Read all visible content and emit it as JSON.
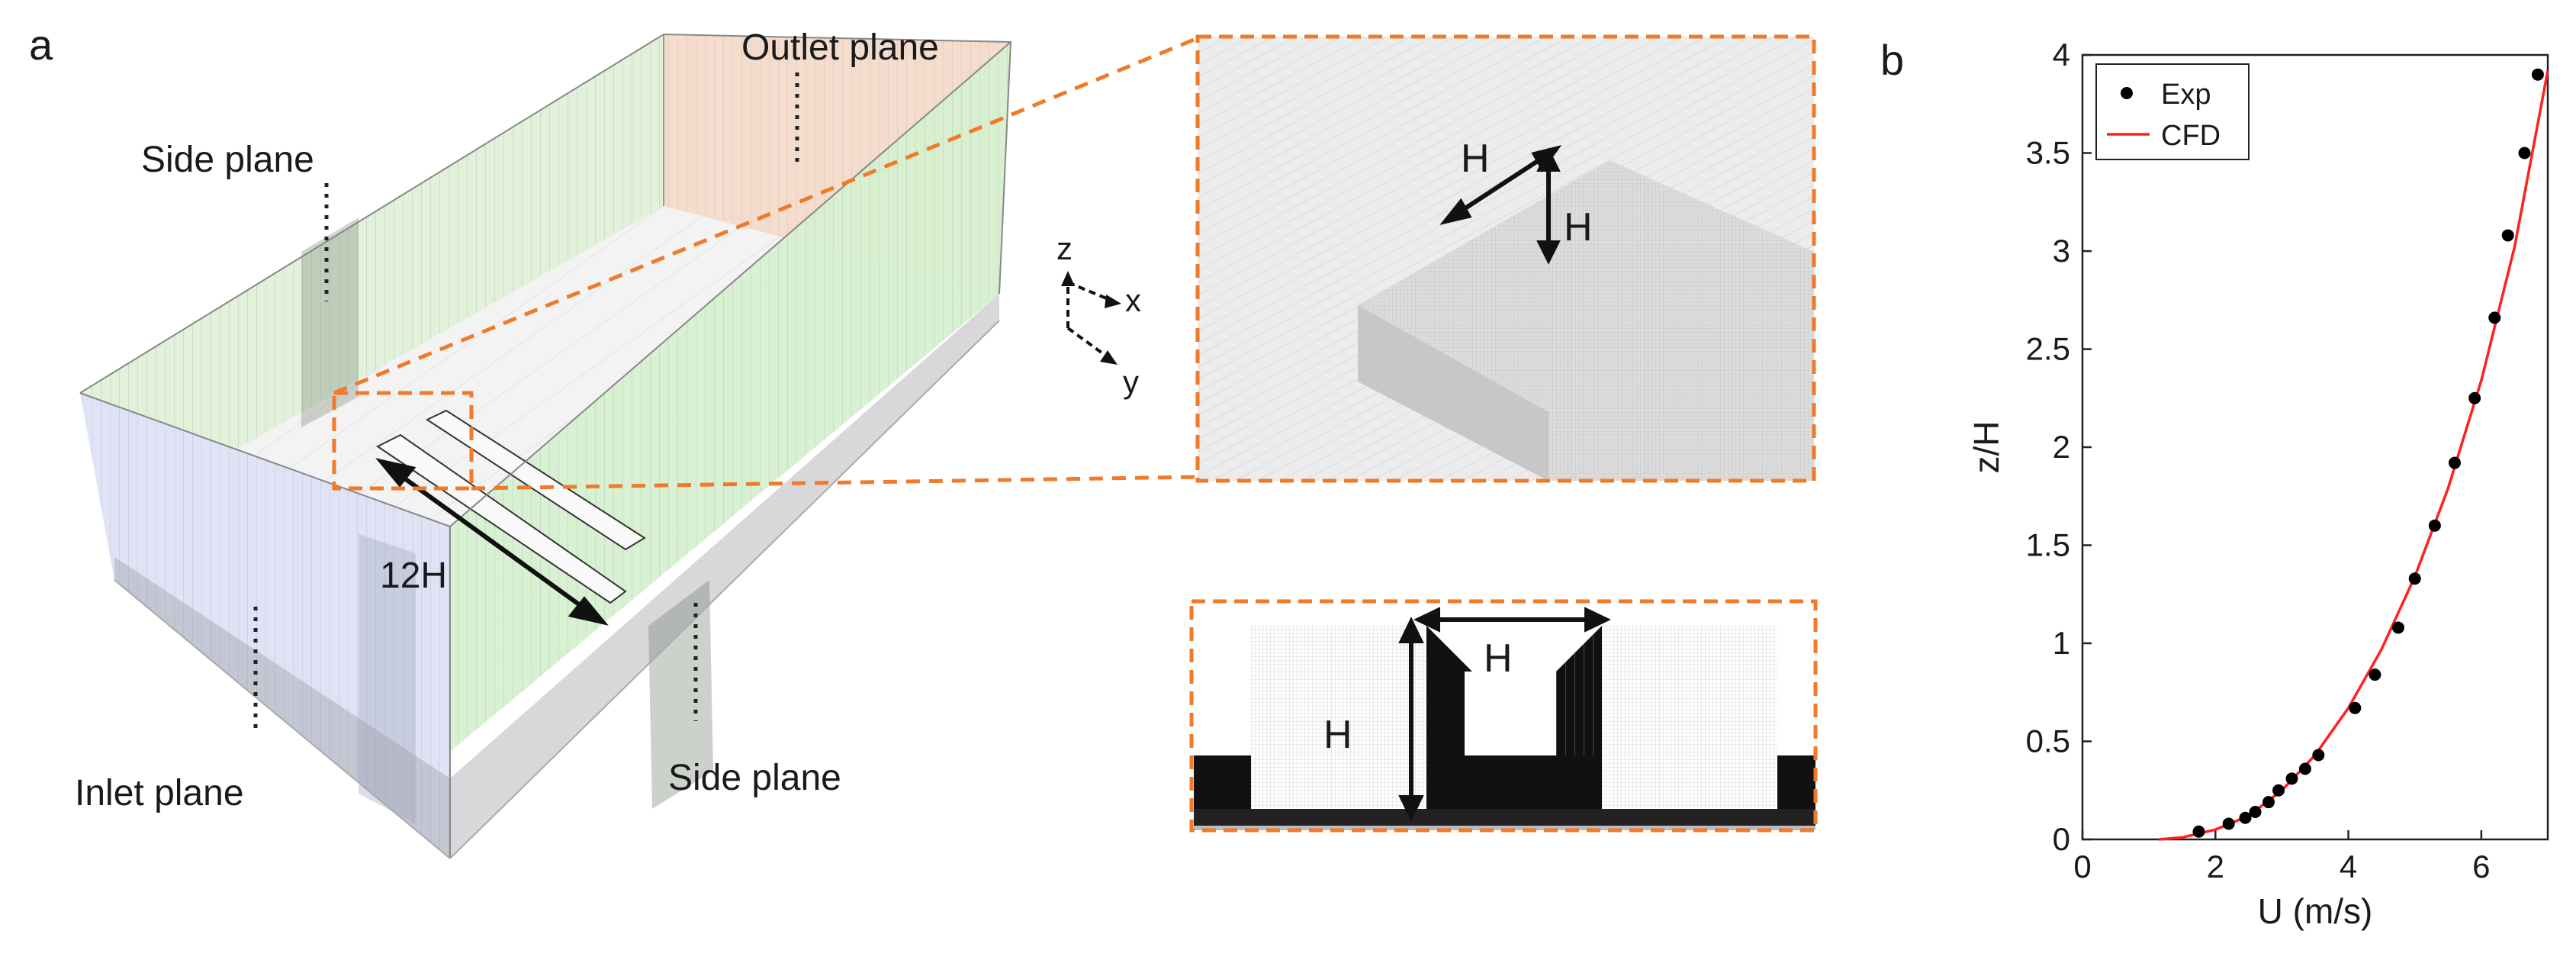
{
  "panel_a": {
    "letter": "a",
    "labels": {
      "outlet": "Outlet plane",
      "side_top": "Side plane",
      "side_bottom": "Side plane",
      "inlet": "Inlet plane",
      "length": "12H"
    },
    "axes": {
      "z": "z",
      "x": "x",
      "y": "y"
    },
    "zoom_top": {
      "h1": "H",
      "h2": "H"
    },
    "zoom_bottom": {
      "width": "H",
      "height": "H"
    }
  },
  "panel_b": {
    "letter": "b"
  },
  "chart_data": {
    "type": "scatter",
    "xlabel": "U (m/s)",
    "ylabel": "z/H",
    "xlim": [
      0,
      7
    ],
    "ylim": [
      0,
      4
    ],
    "xticks": [
      0,
      2,
      4,
      6
    ],
    "yticks": [
      0,
      0.5,
      1,
      1.5,
      2,
      2.5,
      3,
      3.5,
      4
    ],
    "grid": false,
    "legend": "top-left",
    "series": [
      {
        "name": "Exp",
        "kind": "markers",
        "color": "#000000",
        "points": [
          [
            1.75,
            0.04
          ],
          [
            2.2,
            0.08
          ],
          [
            2.45,
            0.11
          ],
          [
            2.6,
            0.14
          ],
          [
            2.8,
            0.19
          ],
          [
            2.95,
            0.25
          ],
          [
            3.15,
            0.31
          ],
          [
            3.35,
            0.36
          ],
          [
            3.55,
            0.43
          ],
          [
            4.1,
            0.67
          ],
          [
            4.4,
            0.84
          ],
          [
            4.75,
            1.08
          ],
          [
            5.0,
            1.33
          ],
          [
            5.3,
            1.6
          ],
          [
            5.6,
            1.92
          ],
          [
            5.9,
            2.25
          ],
          [
            6.2,
            2.66
          ],
          [
            6.4,
            3.08
          ],
          [
            6.65,
            3.5
          ],
          [
            6.85,
            3.9
          ]
        ]
      },
      {
        "name": "CFD",
        "kind": "line",
        "color": "#ff2020",
        "points": [
          [
            1.15,
            0.0
          ],
          [
            1.5,
            0.01
          ],
          [
            2.0,
            0.05
          ],
          [
            2.5,
            0.12
          ],
          [
            3.0,
            0.25
          ],
          [
            3.5,
            0.43
          ],
          [
            4.0,
            0.67
          ],
          [
            4.5,
            0.97
          ],
          [
            5.0,
            1.34
          ],
          [
            5.5,
            1.79
          ],
          [
            6.0,
            2.34
          ],
          [
            6.5,
            3.02
          ],
          [
            7.0,
            3.92
          ]
        ]
      }
    ]
  }
}
